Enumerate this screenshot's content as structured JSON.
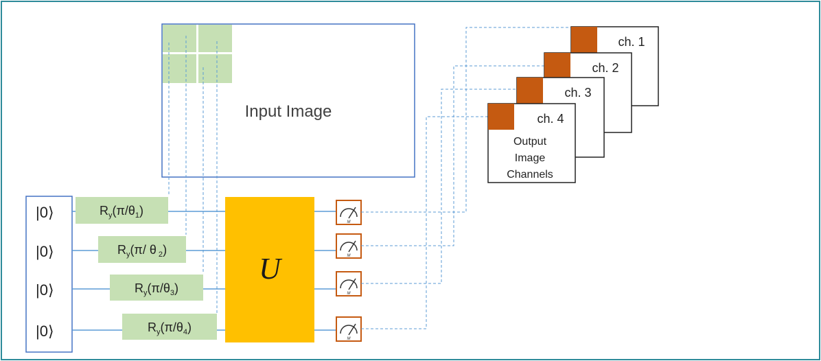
{
  "input_image": {
    "label": "Input Image",
    "patch_color": "#c6e0b4"
  },
  "qubits": [
    {
      "ket": "|0⟩",
      "gate": {
        "base": "R",
        "sub": "y",
        "arg_prefix": "(π/θ",
        "arg_sub": "1",
        "arg_suffix": ")"
      }
    },
    {
      "ket": "|0⟩",
      "gate": {
        "base": "R",
        "sub": "y",
        "arg_prefix": "(π/ θ",
        "arg_sub": " 2",
        "arg_suffix": ")"
      }
    },
    {
      "ket": "|0⟩",
      "gate": {
        "base": "R",
        "sub": "y",
        "arg_prefix": "(π/θ",
        "arg_sub": "3",
        "arg_suffix": ")"
      }
    },
    {
      "ket": "|0⟩",
      "gate": {
        "base": "R",
        "sub": "y",
        "arg_prefix": "(π/θ",
        "arg_sub": "4",
        "arg_suffix": ")"
      }
    }
  ],
  "unitary": {
    "label": "U",
    "color": "#ffc000"
  },
  "measurement": {
    "icon": "meter-icon",
    "glyph": "M"
  },
  "output": {
    "channels": [
      "ch. 1",
      "ch. 2",
      "ch. 3",
      "ch. 4"
    ],
    "caption": [
      "Output",
      "Image",
      "Channels"
    ],
    "pixel_color": "#c55a11"
  },
  "colors": {
    "frame": "#2e8b9a",
    "wire": "#5b9bd5",
    "gate_fill": "#c6e0b4",
    "outline": "#4472c4"
  }
}
